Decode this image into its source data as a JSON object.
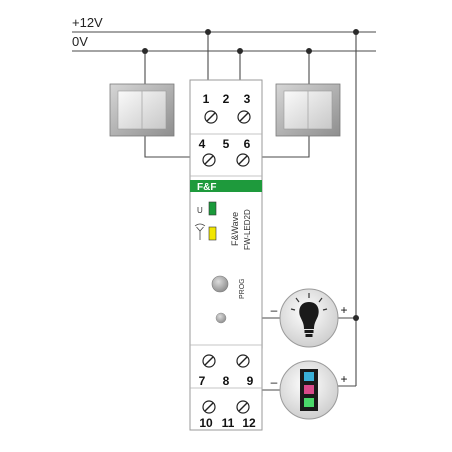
{
  "rails": {
    "positive_label": "+12V",
    "ground_label": "0V"
  },
  "module": {
    "brand_logo": "F&F",
    "product_name": "F&Wave",
    "model": "FW-LED2D",
    "indicator_u_label": "U",
    "indicator_u_color": "#1a9a3a",
    "indicator_signal_icon": "antenna-icon",
    "indicator_signal_color": "#f2e600",
    "prog_label": "PROG",
    "accent_color": "#1e9a3c"
  },
  "terminals": {
    "top_row": [
      "1",
      "2",
      "3"
    ],
    "second_row": [
      "4",
      "5",
      "6"
    ],
    "third_row": [
      "7",
      "8",
      "9"
    ],
    "bottom_row": [
      "10",
      "11",
      "12"
    ]
  },
  "loads": {
    "bulb": {
      "minus": "–",
      "plus": "+",
      "icon": "light-bulb-icon"
    },
    "led_strip": {
      "minus": "–",
      "plus": "+",
      "icon": "led-strip-icon"
    }
  },
  "switches": {
    "left_icon": "wall-switch-icon",
    "right_icon": "wall-switch-icon"
  }
}
